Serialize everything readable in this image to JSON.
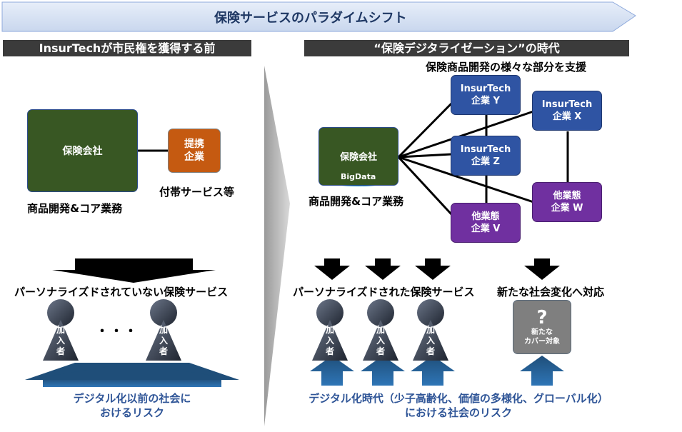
{
  "banner": {
    "title": "保険サービスのパラダイムシフト"
  },
  "left": {
    "header": "InsurTechが市民権を獲得する前",
    "insurer_label": "保険会社",
    "partner_label_line1": "提携",
    "partner_label_line2": "企業",
    "ancillary_caption": "付帯サービス等",
    "core_caption": "商品開発&コア業務",
    "service_caption": "パーソナライズドされていない保険サービス",
    "ellipsis": "・・・",
    "person_text": "加入者",
    "risk_line1": "デジタル化以前の社会に",
    "risk_line2": "おけるリスク"
  },
  "right": {
    "header": "“保険デジタライゼーション”の時代",
    "subtitle": "保険商品開発の様々な部分を支援",
    "insurer_label": "保険会社",
    "bigdata_label": "BigData",
    "core_caption": "商品開発&コア業務",
    "nodes": {
      "y": {
        "line1": "InsurTech",
        "line2": "企業 Y"
      },
      "x": {
        "line1": "InsurTech",
        "line2": "企業 X"
      },
      "z": {
        "line1": "InsurTech",
        "line2": "企業 Z"
      },
      "w": {
        "line1": "他業態",
        "line2": "企業 W"
      },
      "v": {
        "line1": "他業態",
        "line2": "企業 V"
      }
    },
    "service_caption": "パーソナライズドされた保険サービス",
    "social_caption": "新たな社会変化へ対応",
    "new_target_q": "?",
    "new_target_line1": "新たな",
    "new_target_line2": "カバー対象",
    "person_text": "加入者",
    "risk_line1": "デジタル化時代（少子高齢化、価値の多様化、グローバル化）",
    "risk_line2": "における社会のリスク"
  },
  "colors": {
    "header_bg": "#3b3b3b",
    "banner_fill": "#dae3f3",
    "insurer_green": "#385723",
    "partner_orange": "#c55a11",
    "insurtech_blue": "#2f54a3",
    "other_purple": "#7030a0",
    "risk_text": "#2f5597",
    "risk_arrow": "#1f4e79"
  },
  "icons": {
    "person": "person-icon",
    "down_arrow": "down-arrow-icon",
    "up_arrow": "up-arrow-icon",
    "question": "question-icon",
    "database": "database-icon"
  }
}
